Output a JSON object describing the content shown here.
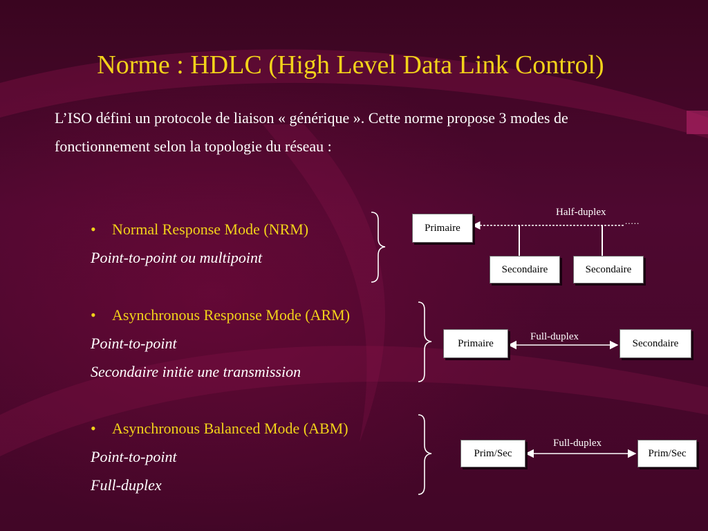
{
  "title": "Norme : HDLC (High Level Data Link Control)",
  "intro": "L’ISO défini un protocole de liaison « générique ». Cette norme propose 3 modes de fonctionnement selon la topologie du réseau :",
  "bullet_glyph": "•",
  "modes": [
    {
      "name": "Normal Response Mode (NRM)",
      "lines": [
        "Point-to-point ou multipoint"
      ],
      "diagram": {
        "link_label": "Half-duplex",
        "trailing_dots": ".....",
        "primary": "Primaire",
        "secondaries": [
          "Secondaire",
          "Secondaire"
        ]
      }
    },
    {
      "name": "Asynchronous Response Mode (ARM)",
      "lines": [
        "Point-to-point",
        "Secondaire initie une transmission"
      ],
      "diagram": {
        "link_label": "Full-duplex",
        "left": "Primaire",
        "right": "Secondaire"
      }
    },
    {
      "name": "Asynchronous Balanced Mode (ABM)",
      "lines": [
        "Point-to-point",
        "Full-duplex"
      ],
      "diagram": {
        "link_label": "Full-duplex",
        "left": "Prim/Sec",
        "right": "Prim/Sec"
      }
    }
  ],
  "colors": {
    "title": "#f2d21a",
    "text": "#ffffff",
    "background": "#4e0830"
  }
}
